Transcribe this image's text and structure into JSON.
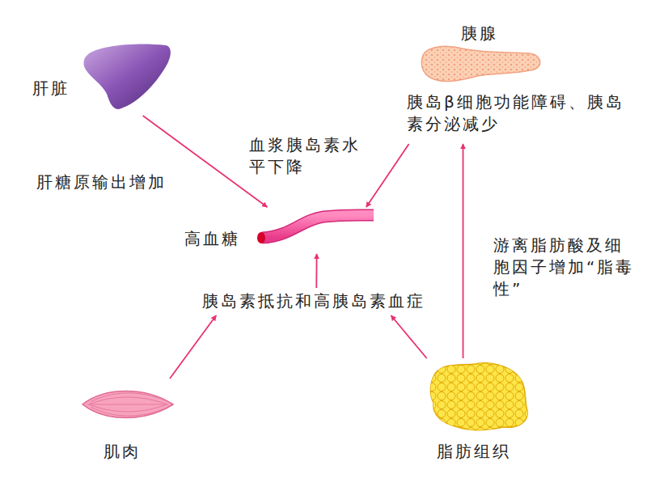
{
  "diagram": {
    "nodes": [
      {
        "text": [
          "肝脏"
        ]
      },
      {
        "text": [
          "胰腺",
          "胰岛β细胞功能障碍、胰岛素分泌减少"
        ]
      },
      {
        "text": [
          "高血糖"
        ]
      },
      {
        "text": [
          "胰岛素抵抗和高胰岛素血症"
        ]
      },
      {
        "text": [
          "肌肉"
        ]
      },
      {
        "text": [
          "脂肪组织"
        ]
      }
    ],
    "edges": [
      {
        "from": 0,
        "to": 2,
        "label": "肝糖原输出增加",
        "arrow": "to"
      },
      {
        "from": 1,
        "to": 2,
        "label": "血浆胰岛素水平下降",
        "arrow": "to"
      },
      {
        "from": 3,
        "to": 2,
        "arrow": "to"
      },
      {
        "from": 4,
        "to": 3,
        "arrow": "to"
      },
      {
        "from": 5,
        "to": 3,
        "arrow": "to"
      },
      {
        "from": 5,
        "to": 1,
        "label": "游离脂肪酸及细胞因子增加“脂毒性”",
        "arrow": "to"
      }
    ]
  }
}
